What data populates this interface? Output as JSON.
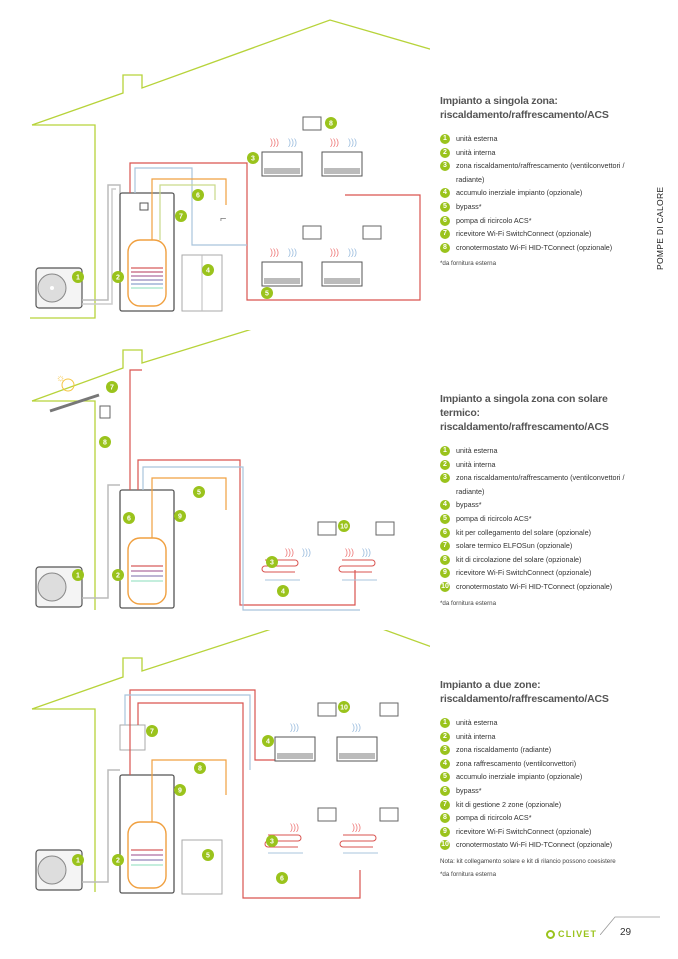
{
  "side_label": "POMPE DI CALORE",
  "footer": {
    "brand": "CLIVET",
    "page_number": "29"
  },
  "colors": {
    "accent_green": "#9ac31c",
    "hot_pipe": "#d9534f",
    "cold_pipe": "#a9c4dc",
    "dhw_pipe": "#f0a040"
  },
  "sections": [
    {
      "title_line1": "Impianto a singola zona:",
      "title_line2": "riscaldamento/raffrescamento/ACS",
      "items": [
        {
          "n": "1",
          "text": "unità esterna"
        },
        {
          "n": "2",
          "text": "unità interna"
        },
        {
          "n": "3",
          "text": "zona riscaldamento/raffrescamento (ventilconvettori / radiante)"
        },
        {
          "n": "4",
          "text": "accumulo inerziale impianto (opzionale)"
        },
        {
          "n": "5",
          "text": "bypass*"
        },
        {
          "n": "6",
          "text": "pompa di ricircolo ACS*"
        },
        {
          "n": "7",
          "text": "ricevitore Wi-Fi SwitchConnect (opzionale)"
        },
        {
          "n": "8",
          "text": "cronotermostato Wi-Fi HID-TConnect (opzionale)"
        }
      ],
      "notes": [
        "*da fornitura esterna"
      ]
    },
    {
      "title_line1": "Impianto a singola zona con solare termico:",
      "title_line2": "riscaldamento/raffrescamento/ACS",
      "items": [
        {
          "n": "1",
          "text": "unità esterna"
        },
        {
          "n": "2",
          "text": "unità interna"
        },
        {
          "n": "3",
          "text": "zona riscaldamento/raffrescamento (ventilconvettori / radiante)"
        },
        {
          "n": "4",
          "text": "bypass*"
        },
        {
          "n": "5",
          "text": "pompa di ricircolo ACS*"
        },
        {
          "n": "6",
          "text": "kit per collegamento del solare (opzionale)"
        },
        {
          "n": "7",
          "text": "solare termico ELFOSun (opzionale)"
        },
        {
          "n": "8",
          "text": "kit di circolazione del solare (opzionale)"
        },
        {
          "n": "9",
          "text": "ricevitore Wi-Fi SwitchConnect (opzionale)"
        },
        {
          "n": "10",
          "text": "cronotermostato Wi-Fi HID-TConnect (opzionale)"
        }
      ],
      "notes": [
        "*da fornitura esterna"
      ]
    },
    {
      "title_line1": "Impianto a due zone:",
      "title_line2": "riscaldamento/raffrescamento/ACS",
      "items": [
        {
          "n": "1",
          "text": "unità esterna"
        },
        {
          "n": "2",
          "text": "unità interna"
        },
        {
          "n": "3",
          "text": "zona riscaldamento (radiante)"
        },
        {
          "n": "4",
          "text": "zona raffrescamento (ventilconvettori)"
        },
        {
          "n": "5",
          "text": "accumulo inerziale impianto (opzionale)"
        },
        {
          "n": "6",
          "text": "bypass*"
        },
        {
          "n": "7",
          "text": "kit di gestione 2 zone (opzionale)"
        },
        {
          "n": "8",
          "text": "pompa di ricircolo ACS*"
        },
        {
          "n": "9",
          "text": "ricevitore Wi-Fi SwitchConnect (opzionale)"
        },
        {
          "n": "10",
          "text": "cronotermostato Wi-Fi HID-TConnect (opzionale)"
        }
      ],
      "notes": [
        "Nota: kit collegamento solare e kit di rilancio possono coesistere",
        "*da fornitura esterna"
      ]
    }
  ],
  "diagram_badges": [
    [
      "1",
      "2",
      "3",
      "4",
      "5",
      "6",
      "7",
      "8"
    ],
    [
      "1",
      "2",
      "3",
      "4",
      "5",
      "6",
      "7",
      "8",
      "9",
      "10"
    ],
    [
      "1",
      "2",
      "3",
      "4",
      "5",
      "6",
      "7",
      "8",
      "9",
      "10"
    ]
  ]
}
